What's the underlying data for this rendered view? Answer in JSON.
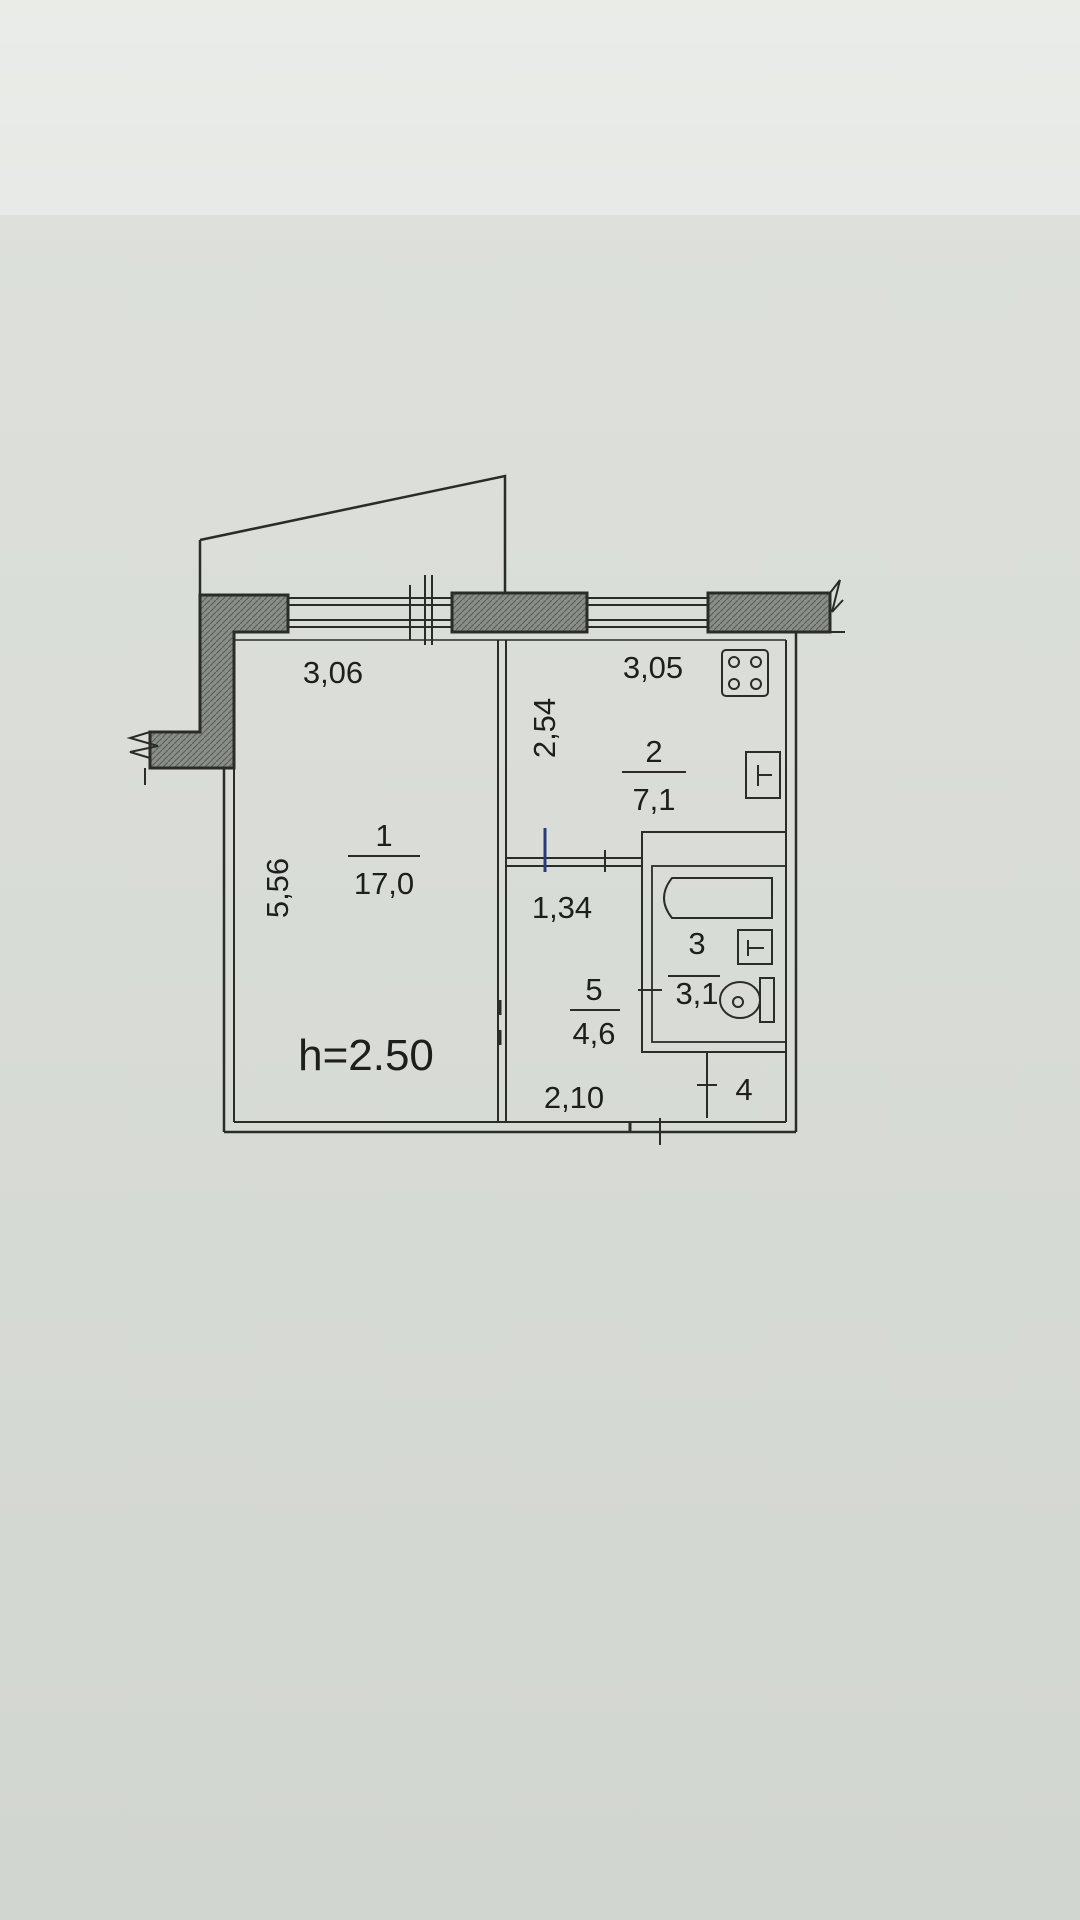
{
  "plan": {
    "ceiling_height": "h=2.50",
    "rooms": [
      {
        "number": "1",
        "area": "17,0"
      },
      {
        "number": "2",
        "area": "7,1"
      },
      {
        "number": "3",
        "area": "3,1"
      },
      {
        "number": "4"
      },
      {
        "number": "5",
        "area": "4,6"
      }
    ],
    "dimensions": {
      "room1_width": "3,06",
      "room1_length": "5,56",
      "room2_width": "3,05",
      "room2_length": "2,54",
      "corridor_width": "1,34",
      "corridor_length": "2,10"
    }
  },
  "colors": {
    "line": "#2a2c2a",
    "wall_fill": "#7f837e",
    "paper": "#dcdfda"
  }
}
